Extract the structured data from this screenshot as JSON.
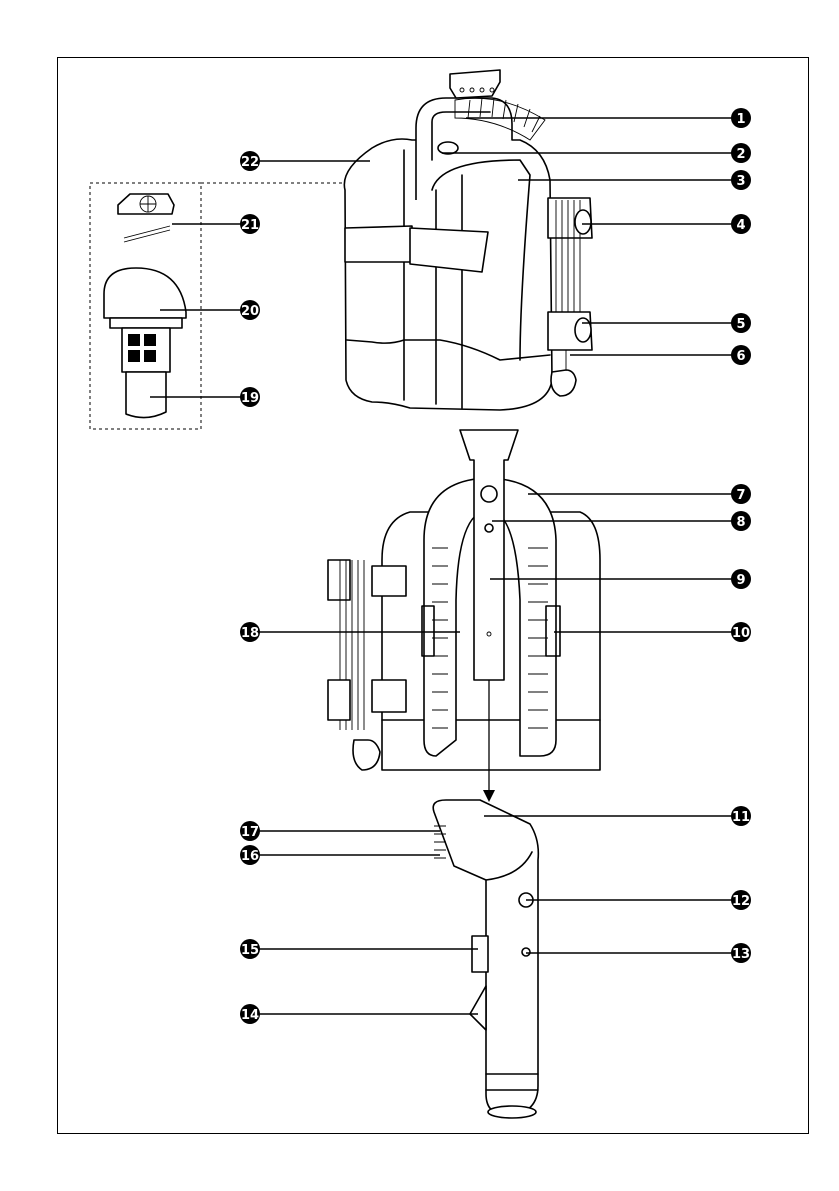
{
  "figure": {
    "callouts": [
      {
        "number": "1"
      },
      {
        "number": "2"
      },
      {
        "number": "3"
      },
      {
        "number": "4"
      },
      {
        "number": "5"
      },
      {
        "number": "6"
      },
      {
        "number": "7"
      },
      {
        "number": "8"
      },
      {
        "number": "9"
      },
      {
        "number": "10"
      },
      {
        "number": "11"
      },
      {
        "number": "12"
      },
      {
        "number": "13"
      },
      {
        "number": "14"
      },
      {
        "number": "15"
      },
      {
        "number": "16"
      },
      {
        "number": "17"
      },
      {
        "number": "18"
      },
      {
        "number": "19"
      },
      {
        "number": "20"
      },
      {
        "number": "21"
      },
      {
        "number": "22"
      }
    ]
  }
}
